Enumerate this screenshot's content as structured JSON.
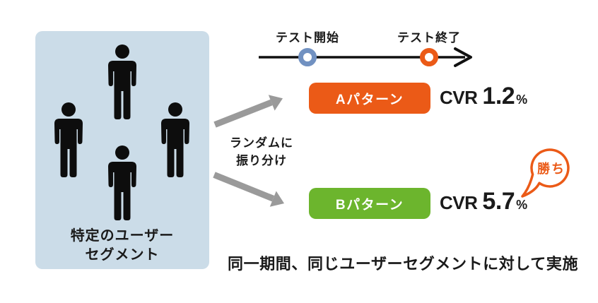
{
  "segment_box": {
    "label_line1": "特定のユーザー",
    "label_line2": "セグメント",
    "person_count": 4
  },
  "timeline": {
    "start_label": "テスト開始",
    "end_label": "テスト終了"
  },
  "split": {
    "line1": "ランダムに",
    "line2": "振り分け"
  },
  "pattern_a": {
    "label": "Aパターン",
    "metric_label": "CVR",
    "value": "1.2",
    "unit": "%"
  },
  "pattern_b": {
    "label": "Bパターン",
    "metric_label": "CVR",
    "value": "5.7",
    "unit": "%",
    "badge": "勝ち"
  },
  "footnote": "同一期間、同じユーザーセグメントに対して実施",
  "icons": {
    "person": "person-icon",
    "timeline_start_marker": "circle-marker-icon",
    "timeline_end_marker": "circle-marker-icon",
    "timeline_arrow": "arrow-right-icon",
    "split_arrows": "arrow-diagonal-icon",
    "win_bubble": "speech-bubble-icon"
  },
  "colors": {
    "orange": "#eb5a17",
    "green": "#6cb52d",
    "blue_marker": "#7191c1",
    "segment_bg": "#cbdce8",
    "arrow_gray": "#9a9a9a",
    "text": "#1a1a1a",
    "line_black": "#111111"
  }
}
